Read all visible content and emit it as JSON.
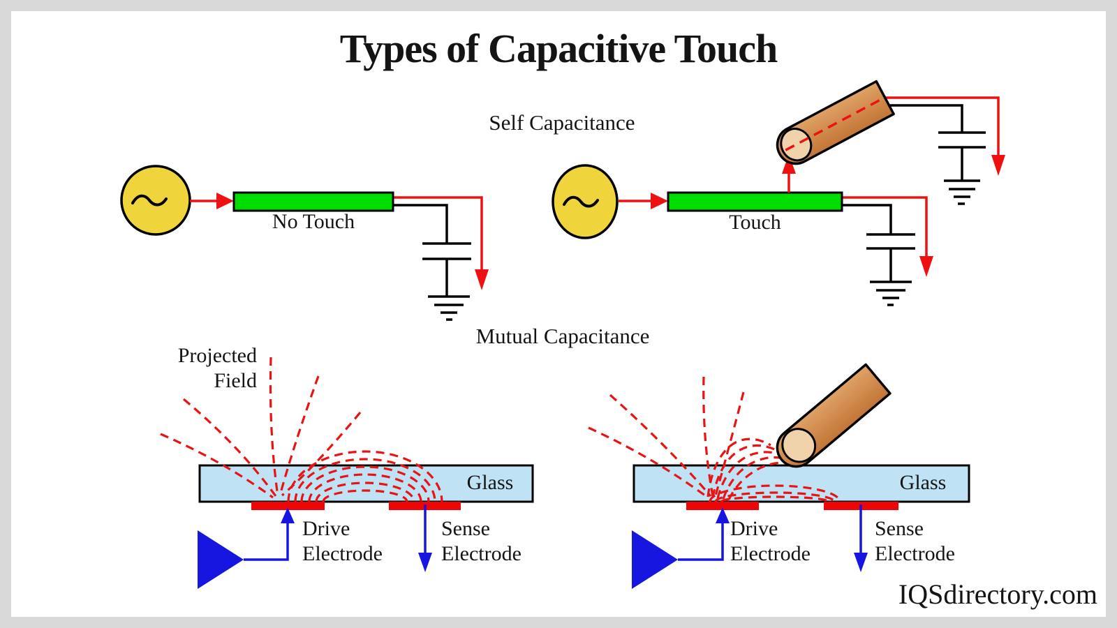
{
  "colors": {
    "background_gray": "#d9d9d9",
    "panel_white": "#ffffff",
    "wire_red": "#ee1111",
    "field_line_red": "#e81414",
    "electrode_red": "#ee0505",
    "sensor_green": "#00dd00",
    "source_yellow": "#f0d43c",
    "glass_blue": "#bfe2f4",
    "circuit_blue": "#1616e0",
    "finger_skin": "#cd8a4e",
    "finger_skin_light": "#dfa265",
    "finger_nail": "#f1d3ab",
    "text_black": "#141414"
  },
  "title": {
    "text": "Types of Capacitive Touch"
  },
  "self_section": {
    "heading": "Self Capacitance",
    "no_touch": {
      "electrode_label": "No Touch"
    },
    "touch": {
      "electrode_label": "Touch"
    }
  },
  "mutual_section": {
    "heading": "Mutual Capacitance",
    "projected_field": {
      "line1": "Projected",
      "line2": "Field"
    },
    "glass_label": "Glass",
    "drive_label": {
      "line1": "Drive",
      "line2": "Electrode"
    },
    "sense_label": {
      "line1": "Sense",
      "line2": "Electrode"
    }
  },
  "watermark": {
    "text": "IQSdirectory.com"
  }
}
